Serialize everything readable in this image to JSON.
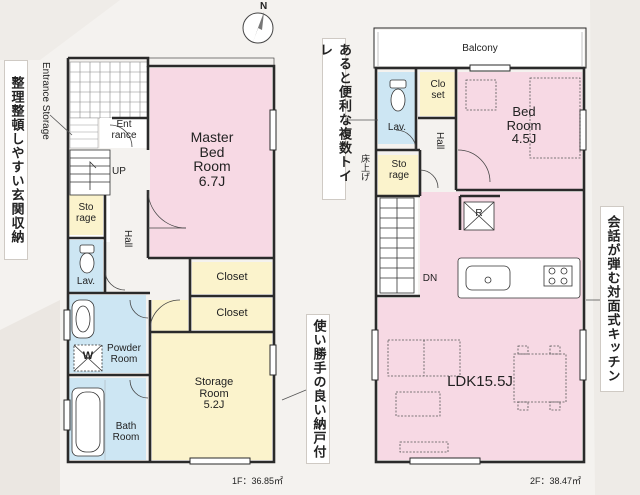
{
  "compass": {
    "north": "N"
  },
  "callouts": {
    "entrance_storage_jp": "整理整頓しやすい玄関収納",
    "entrance_storage_en": "Entrance Storage",
    "toilets_jp": "あると便利な複数トイレ",
    "storage_jp": "使い勝手の良い納戸付",
    "kitchen_jp": "会話が弾む対面式キッチン"
  },
  "floor1": {
    "area_label": "1F：36.85㎡",
    "rooms": {
      "entrance": "Ent\nrance",
      "up": "UP",
      "storage": "Sto\nrage",
      "hall": "Hall",
      "lav": "Lav.",
      "master": "Master\nBed\nRoom\n6.7J",
      "closet1": "Closet",
      "closet2": "Closet",
      "powder": "Powder\nRoom",
      "washer": "W",
      "storage_room": "Storage\nRoom\n5.2J",
      "bath": "Bath\nRoom"
    }
  },
  "floor2": {
    "area_label": "2F：38.47㎡",
    "rooms": {
      "balcony": "Balcony",
      "lav": "Lav.",
      "closet": "Clo\nset",
      "hall": "Hall",
      "bed": "Bed\nRoom\n4.5J",
      "storage": "Sto\nrage",
      "floor_raised": "床上げ",
      "fridge": "R",
      "dn": "DN",
      "ldk": "LDK15.5J"
    }
  },
  "colors": {
    "pink": "#f7d9e4",
    "blue": "#cde6f3",
    "yellow": "#fbf3cc",
    "wall": "#2a2a2a"
  }
}
